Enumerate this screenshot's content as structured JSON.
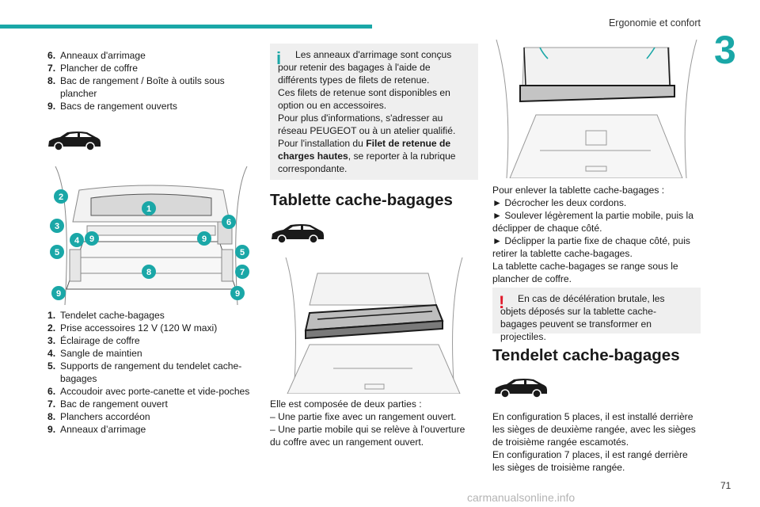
{
  "header": {
    "chapter_title": "Ergonomie et confort",
    "chapter_number": "3",
    "accent_color": "#1aa7a7"
  },
  "col1": {
    "list_top": [
      {
        "num": "6.",
        "text": "Anneaux d'arrimage"
      },
      {
        "num": "7.",
        "text": "Plancher de coffre"
      },
      {
        "num": "8.",
        "text": "Bac de rangement / Boîte à outils sous plancher"
      },
      {
        "num": "9.",
        "text": "Bacs de rangement ouverts"
      }
    ],
    "diagram_callouts": [
      "1",
      "2",
      "3",
      "4",
      "5",
      "6",
      "7",
      "8",
      "9"
    ],
    "list_bottom": [
      {
        "num": "1.",
        "text": "Tendelet cache-bagages"
      },
      {
        "num": "2.",
        "text": "Prise accessoires 12 V (120 W maxi)"
      },
      {
        "num": "3.",
        "text": "Éclairage de coffre"
      },
      {
        "num": "4.",
        "text": "Sangle de maintien"
      },
      {
        "num": "5.",
        "text": "Supports de rangement du tendelet cache-bagages"
      },
      {
        "num": "6.",
        "text": "Accoudoir avec porte-canette et vide-poches"
      },
      {
        "num": "7.",
        "text": "Bac de rangement ouvert"
      },
      {
        "num": "8.",
        "text": "Planchers accordéon"
      },
      {
        "num": "9.",
        "text": "Anneaux d’arrimage"
      }
    ]
  },
  "col2": {
    "info": {
      "line1": "Les anneaux d'arrimage sont conçus pour retenir des bagages à l'aide de différents types de filets de retenue.",
      "line2": "Ces filets de retenue sont disponibles en option ou en accessoires.",
      "line3": "Pour plus d'informations, s'adresser au réseau PEUGEOT ou à un atelier qualifié.",
      "line4_pre": "Pour l'installation du ",
      "line4_bold": "Filet de retenue de charges hautes",
      "line4_post": ", se reporter à la rubrique correspondante."
    },
    "heading": "Tablette cache-bagages",
    "p1": "Elle est composée de deux parties :",
    "p2": "– Une partie fixe avec un rangement ouvert.",
    "p3": "– Une partie mobile qui se relève à l'ouverture du coffre avec un rangement ouvert."
  },
  "col3": {
    "intro": "Pour enlever la tablette cache-bagages :",
    "steps": [
      "► Décrocher les deux cordons.",
      "► Soulever légèrement la partie mobile, puis la déclipper de chaque côté.",
      "► Déclipper la partie fixe de chaque côté, puis retirer la tablette cache-bagages."
    ],
    "storage": "La tablette cache-bagages se range sous le plancher de coffre.",
    "warning": "En cas de décélération brutale, les objets déposés sur la tablette cache-bagages peuvent se transformer en projectiles.",
    "warning_color": "#e01a2b",
    "heading": "Tendelet cache-bagages",
    "p1": "En configuration 5 places, il est installé derrière les sièges de deuxième rangée, avec les sièges de troisième rangée escamotés.",
    "p2": "En configuration 7 places, il est rangé derrière les sièges de troisième rangée."
  },
  "footer": {
    "page_number": "71",
    "watermark": "carmanualsonline.info"
  }
}
